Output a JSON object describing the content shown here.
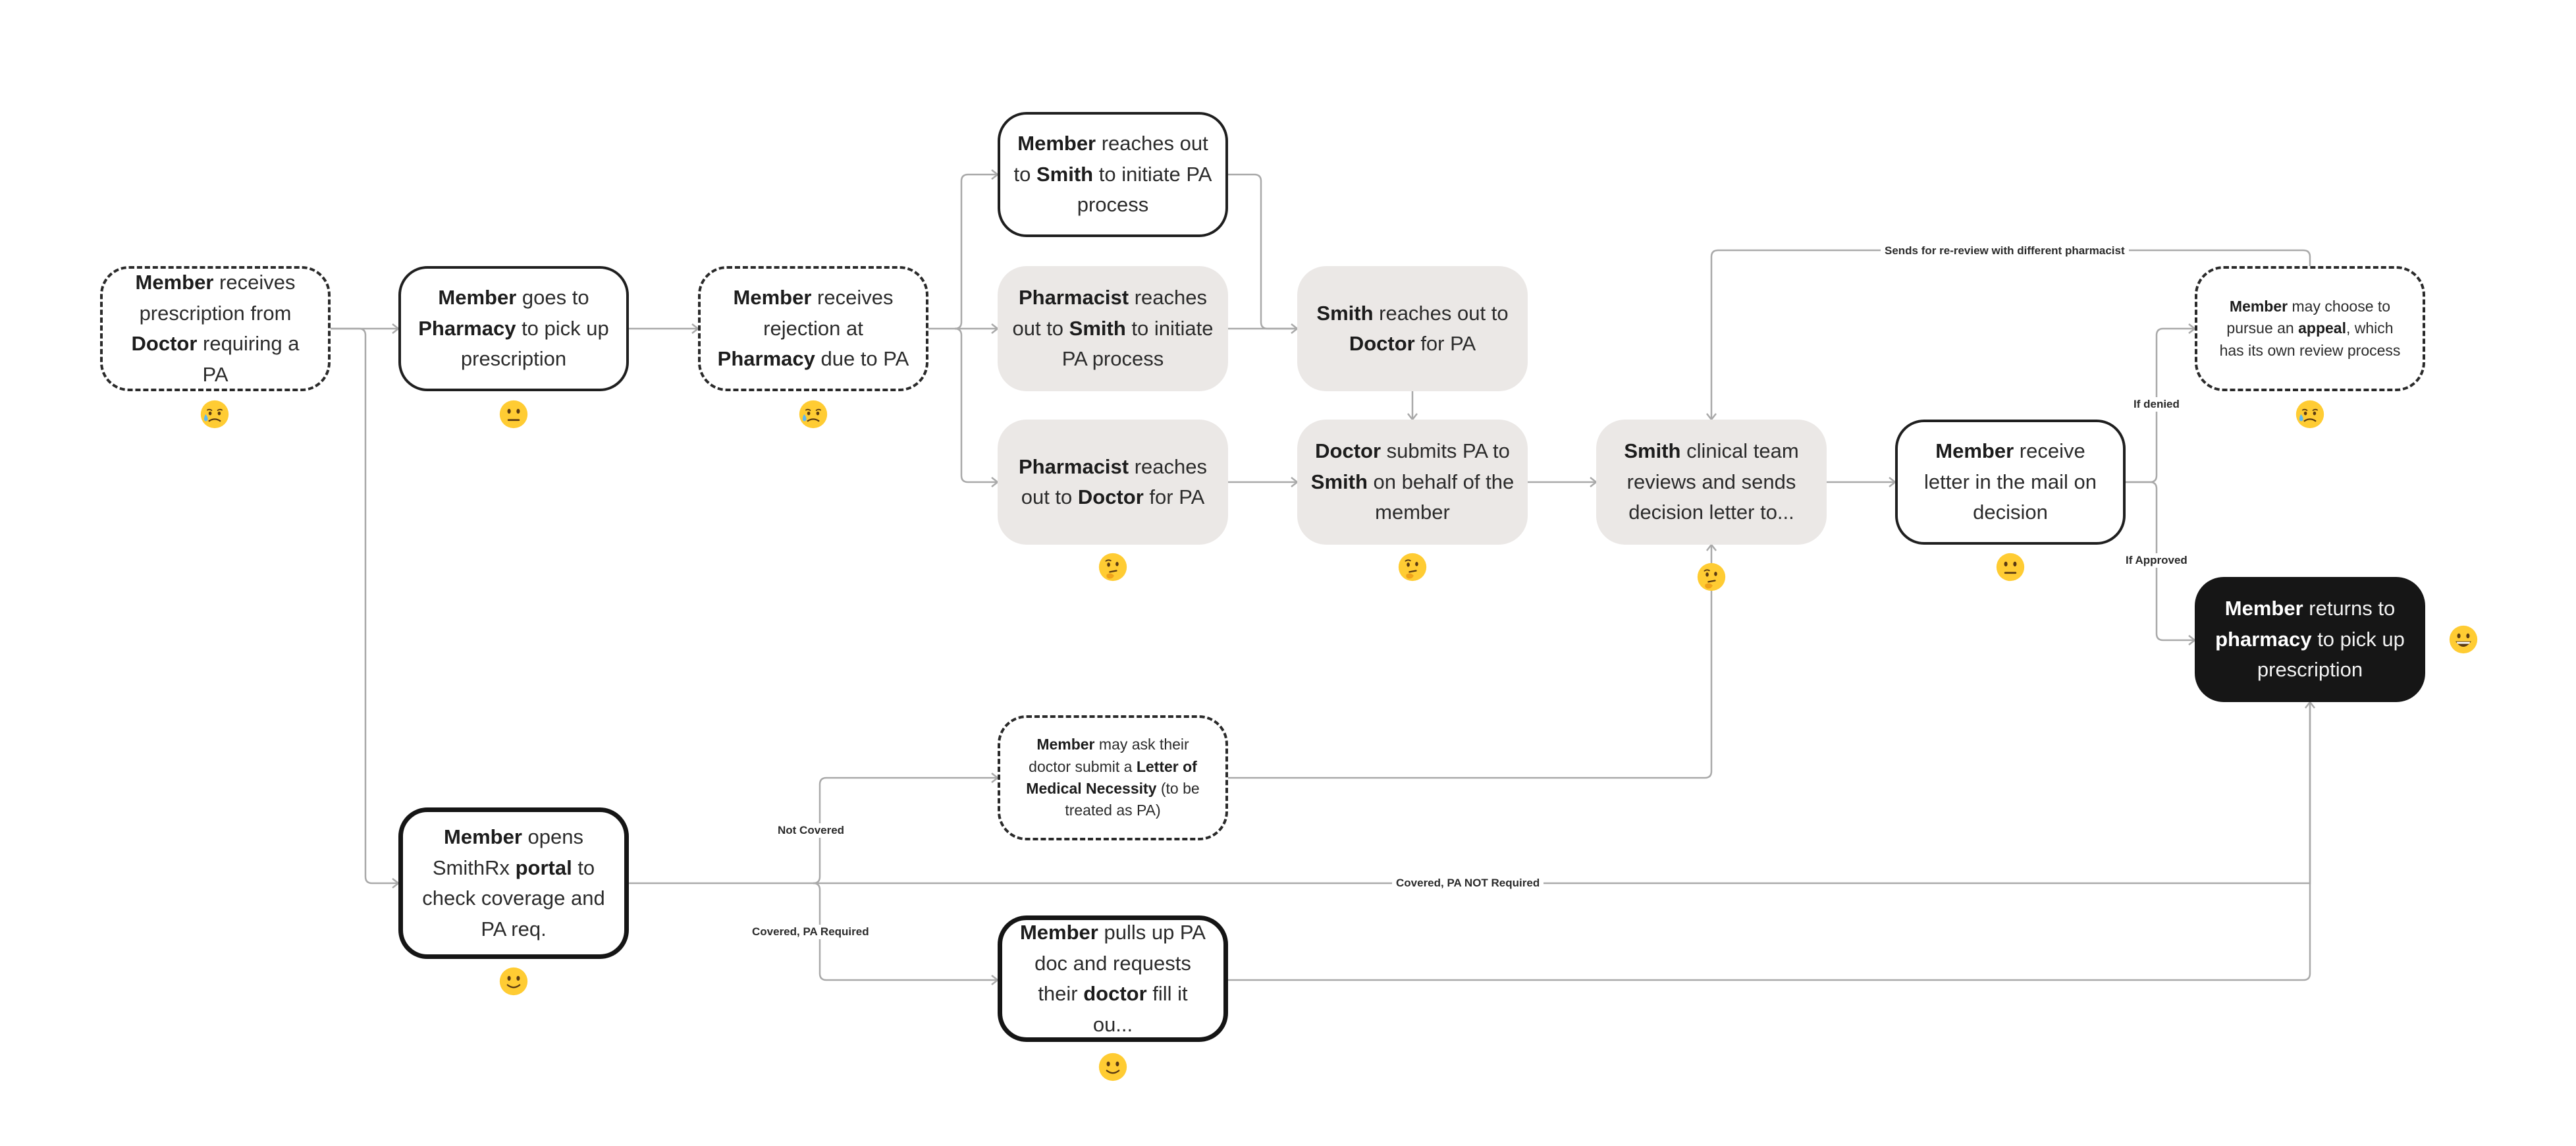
{
  "nodes": {
    "n1": {
      "parts": [
        [
          "Member",
          true
        ],
        [
          " receives prescription from ",
          false
        ],
        [
          "Doctor",
          true
        ],
        [
          " requiring a PA",
          false
        ]
      ]
    },
    "n2": {
      "parts": [
        [
          "Member",
          true
        ],
        [
          " goes to ",
          false
        ],
        [
          "Pharmacy",
          true
        ],
        [
          " to pick up prescription",
          false
        ]
      ]
    },
    "n3": {
      "parts": [
        [
          "Member",
          true
        ],
        [
          " receives rejection at ",
          false
        ],
        [
          "Pharmacy",
          true
        ],
        [
          " due to PA",
          false
        ]
      ]
    },
    "n4": {
      "parts": [
        [
          "Member",
          true
        ],
        [
          " reaches out to ",
          false
        ],
        [
          "Smith",
          true
        ],
        [
          " to initiate PA process",
          false
        ]
      ]
    },
    "n5": {
      "parts": [
        [
          "Pharmacist",
          true
        ],
        [
          " reaches out to ",
          false
        ],
        [
          "Smith",
          true
        ],
        [
          " to initiate PA process",
          false
        ]
      ]
    },
    "n6": {
      "parts": [
        [
          "Pharmacist",
          true
        ],
        [
          " reaches out to ",
          false
        ],
        [
          "Doctor",
          true
        ],
        [
          " for PA",
          false
        ]
      ]
    },
    "n7": {
      "parts": [
        [
          "Smith",
          true
        ],
        [
          " reaches out to ",
          false
        ],
        [
          "Doctor",
          true
        ],
        [
          " for PA",
          false
        ]
      ]
    },
    "n8": {
      "parts": [
        [
          "Doctor",
          true
        ],
        [
          " submits PA to ",
          false
        ],
        [
          "Smith",
          true
        ],
        [
          " on behalf of the member",
          false
        ]
      ]
    },
    "n9": {
      "parts": [
        [
          "Smith",
          true
        ],
        [
          " clinical team reviews and sends decision letter to...",
          false
        ]
      ]
    },
    "n10": {
      "parts": [
        [
          "Member",
          true
        ],
        [
          " receive letter in the mail on decision",
          false
        ]
      ]
    },
    "n11": {
      "parts": [
        [
          "Member",
          true
        ],
        [
          " may choose to pursue an ",
          false
        ],
        [
          "appeal",
          true
        ],
        [
          ", which has its own review process",
          false
        ]
      ]
    },
    "n12": {
      "parts": [
        [
          "Member",
          true
        ],
        [
          " returns to ",
          false
        ],
        [
          "pharmacy",
          true
        ],
        [
          " to pick up prescription",
          false
        ]
      ]
    },
    "n13": {
      "parts": [
        [
          "Member",
          true
        ],
        [
          " opens SmithRx ",
          false
        ],
        [
          "portal",
          true
        ],
        [
          " to check coverage and PA req.",
          false
        ]
      ]
    },
    "n14": {
      "parts": [
        [
          "Member",
          true
        ],
        [
          " may ask their doctor submit a ",
          false
        ],
        [
          "Letter of Medical Necessity",
          true
        ],
        [
          " (to be treated as PA)",
          false
        ]
      ]
    },
    "n15": {
      "parts": [
        [
          "Member",
          true
        ],
        [
          " pulls up PA doc and requests their ",
          false
        ],
        [
          "doctor",
          true
        ],
        [
          " fill it ou...",
          false
        ]
      ]
    }
  },
  "edge_labels": {
    "rereview": "Sends for re-review with different pharmacist",
    "denied": "If denied",
    "approved": "If Approved",
    "not_covered": "Not Covered",
    "covered_not_required": "Covered, PA NOT Required",
    "covered_required": "Covered, PA Required"
  },
  "emojis": {
    "e1": "sad-sweat",
    "e2": "neutral",
    "e3": "sad-sweat",
    "e6": "thinking",
    "e8": "thinking",
    "e9": "thinking",
    "e10": "neutral",
    "e11": "sad-sweat",
    "e12": "grinning",
    "e13": "slight-smile",
    "e15": "slight-smile"
  },
  "colors": {
    "connector": "#a9a9a9",
    "box_border": "#1f1f1f",
    "gray_box": "#ebe8e6",
    "dark_box": "#161616",
    "emoji_face": "#ffcc33"
  }
}
